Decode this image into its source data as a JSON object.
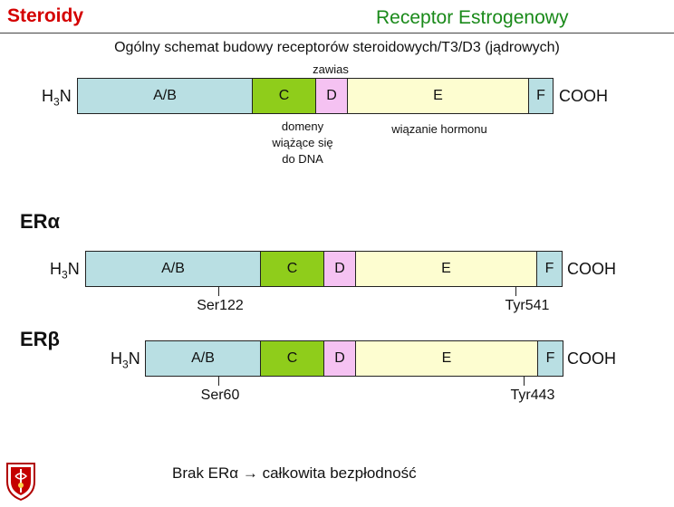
{
  "header": {
    "brand": "Steroidy",
    "title": "Receptor Estrogenowy"
  },
  "general_scheme": {
    "title": "Ogólny schemat budowy receptorów steroidowych/T3/D3 (jądrowych)",
    "hinge_label": "zawias",
    "n_term": {
      "h": "H",
      "sub": "3",
      "n": "N"
    },
    "c_term": "COOH",
    "domains": [
      "A/B",
      "C",
      "D",
      "E",
      "F"
    ],
    "dna_label_lines": [
      "domeny",
      "wiążące się",
      "do DNA"
    ],
    "hormone_label": "wiązanie hormonu"
  },
  "er_alpha": {
    "label": "ERα",
    "n_term": {
      "h": "H",
      "sub": "3",
      "n": "N"
    },
    "c_term": "COOH",
    "domains": [
      "A/B",
      "C",
      "D",
      "E",
      "F"
    ],
    "sites": [
      "Ser122",
      "Tyr541"
    ]
  },
  "er_beta": {
    "label": "ERβ",
    "n_term": {
      "h": "H",
      "sub": "3",
      "n": "N"
    },
    "c_term": "COOH",
    "domains": [
      "A/B",
      "C",
      "D",
      "E",
      "F"
    ],
    "sites": [
      "Ser60",
      "Tyr443"
    ]
  },
  "footer": {
    "text": "Brak ERα → całkowita bezpłodność"
  },
  "colors": {
    "brand": "#d40000",
    "title": "#1a8a1a",
    "domain_ab": "#b9dfe3",
    "domain_c": "#8fcd1b",
    "domain_d": "#f5c2f2",
    "domain_e": "#fdfdd0",
    "domain_f": "#b9dfe3"
  }
}
